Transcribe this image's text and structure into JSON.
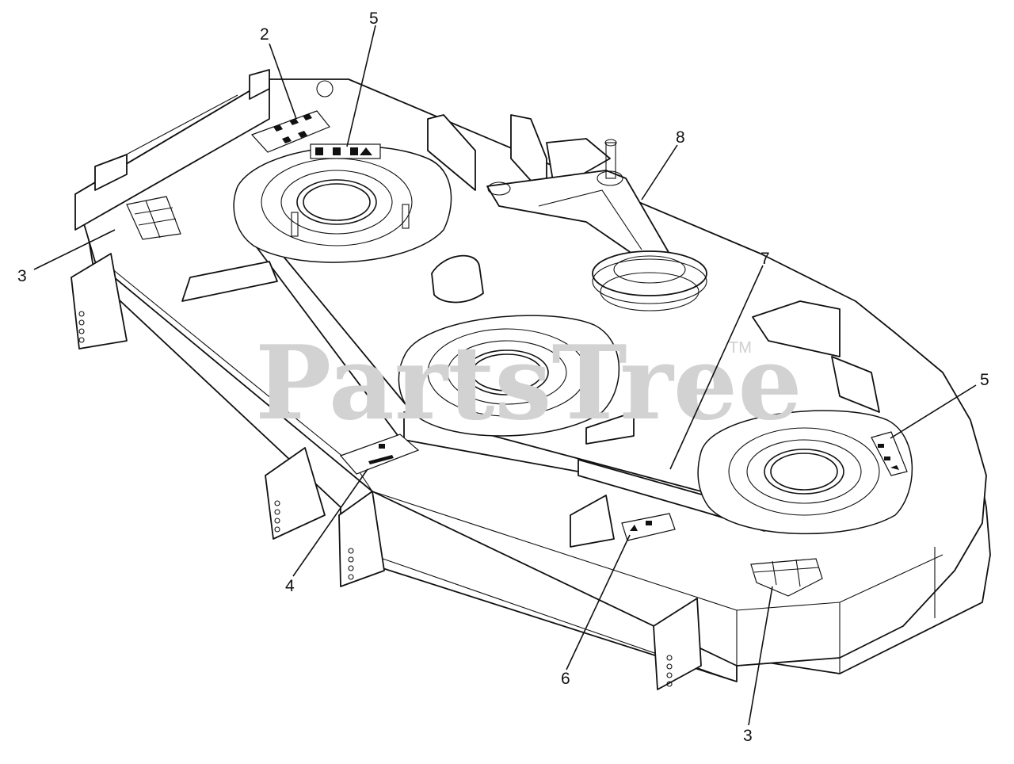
{
  "watermark": {
    "text": "PartsTree",
    "trademark": "TM"
  },
  "callouts": [
    {
      "id": "c2",
      "label": "2"
    },
    {
      "id": "c5a",
      "label": "5"
    },
    {
      "id": "c8",
      "label": "8"
    },
    {
      "id": "c3a",
      "label": "3"
    },
    {
      "id": "c7",
      "label": "7"
    },
    {
      "id": "c5b",
      "label": "5"
    },
    {
      "id": "c4",
      "label": "4"
    },
    {
      "id": "c6",
      "label": "6"
    },
    {
      "id": "c3b",
      "label": "3"
    }
  ]
}
